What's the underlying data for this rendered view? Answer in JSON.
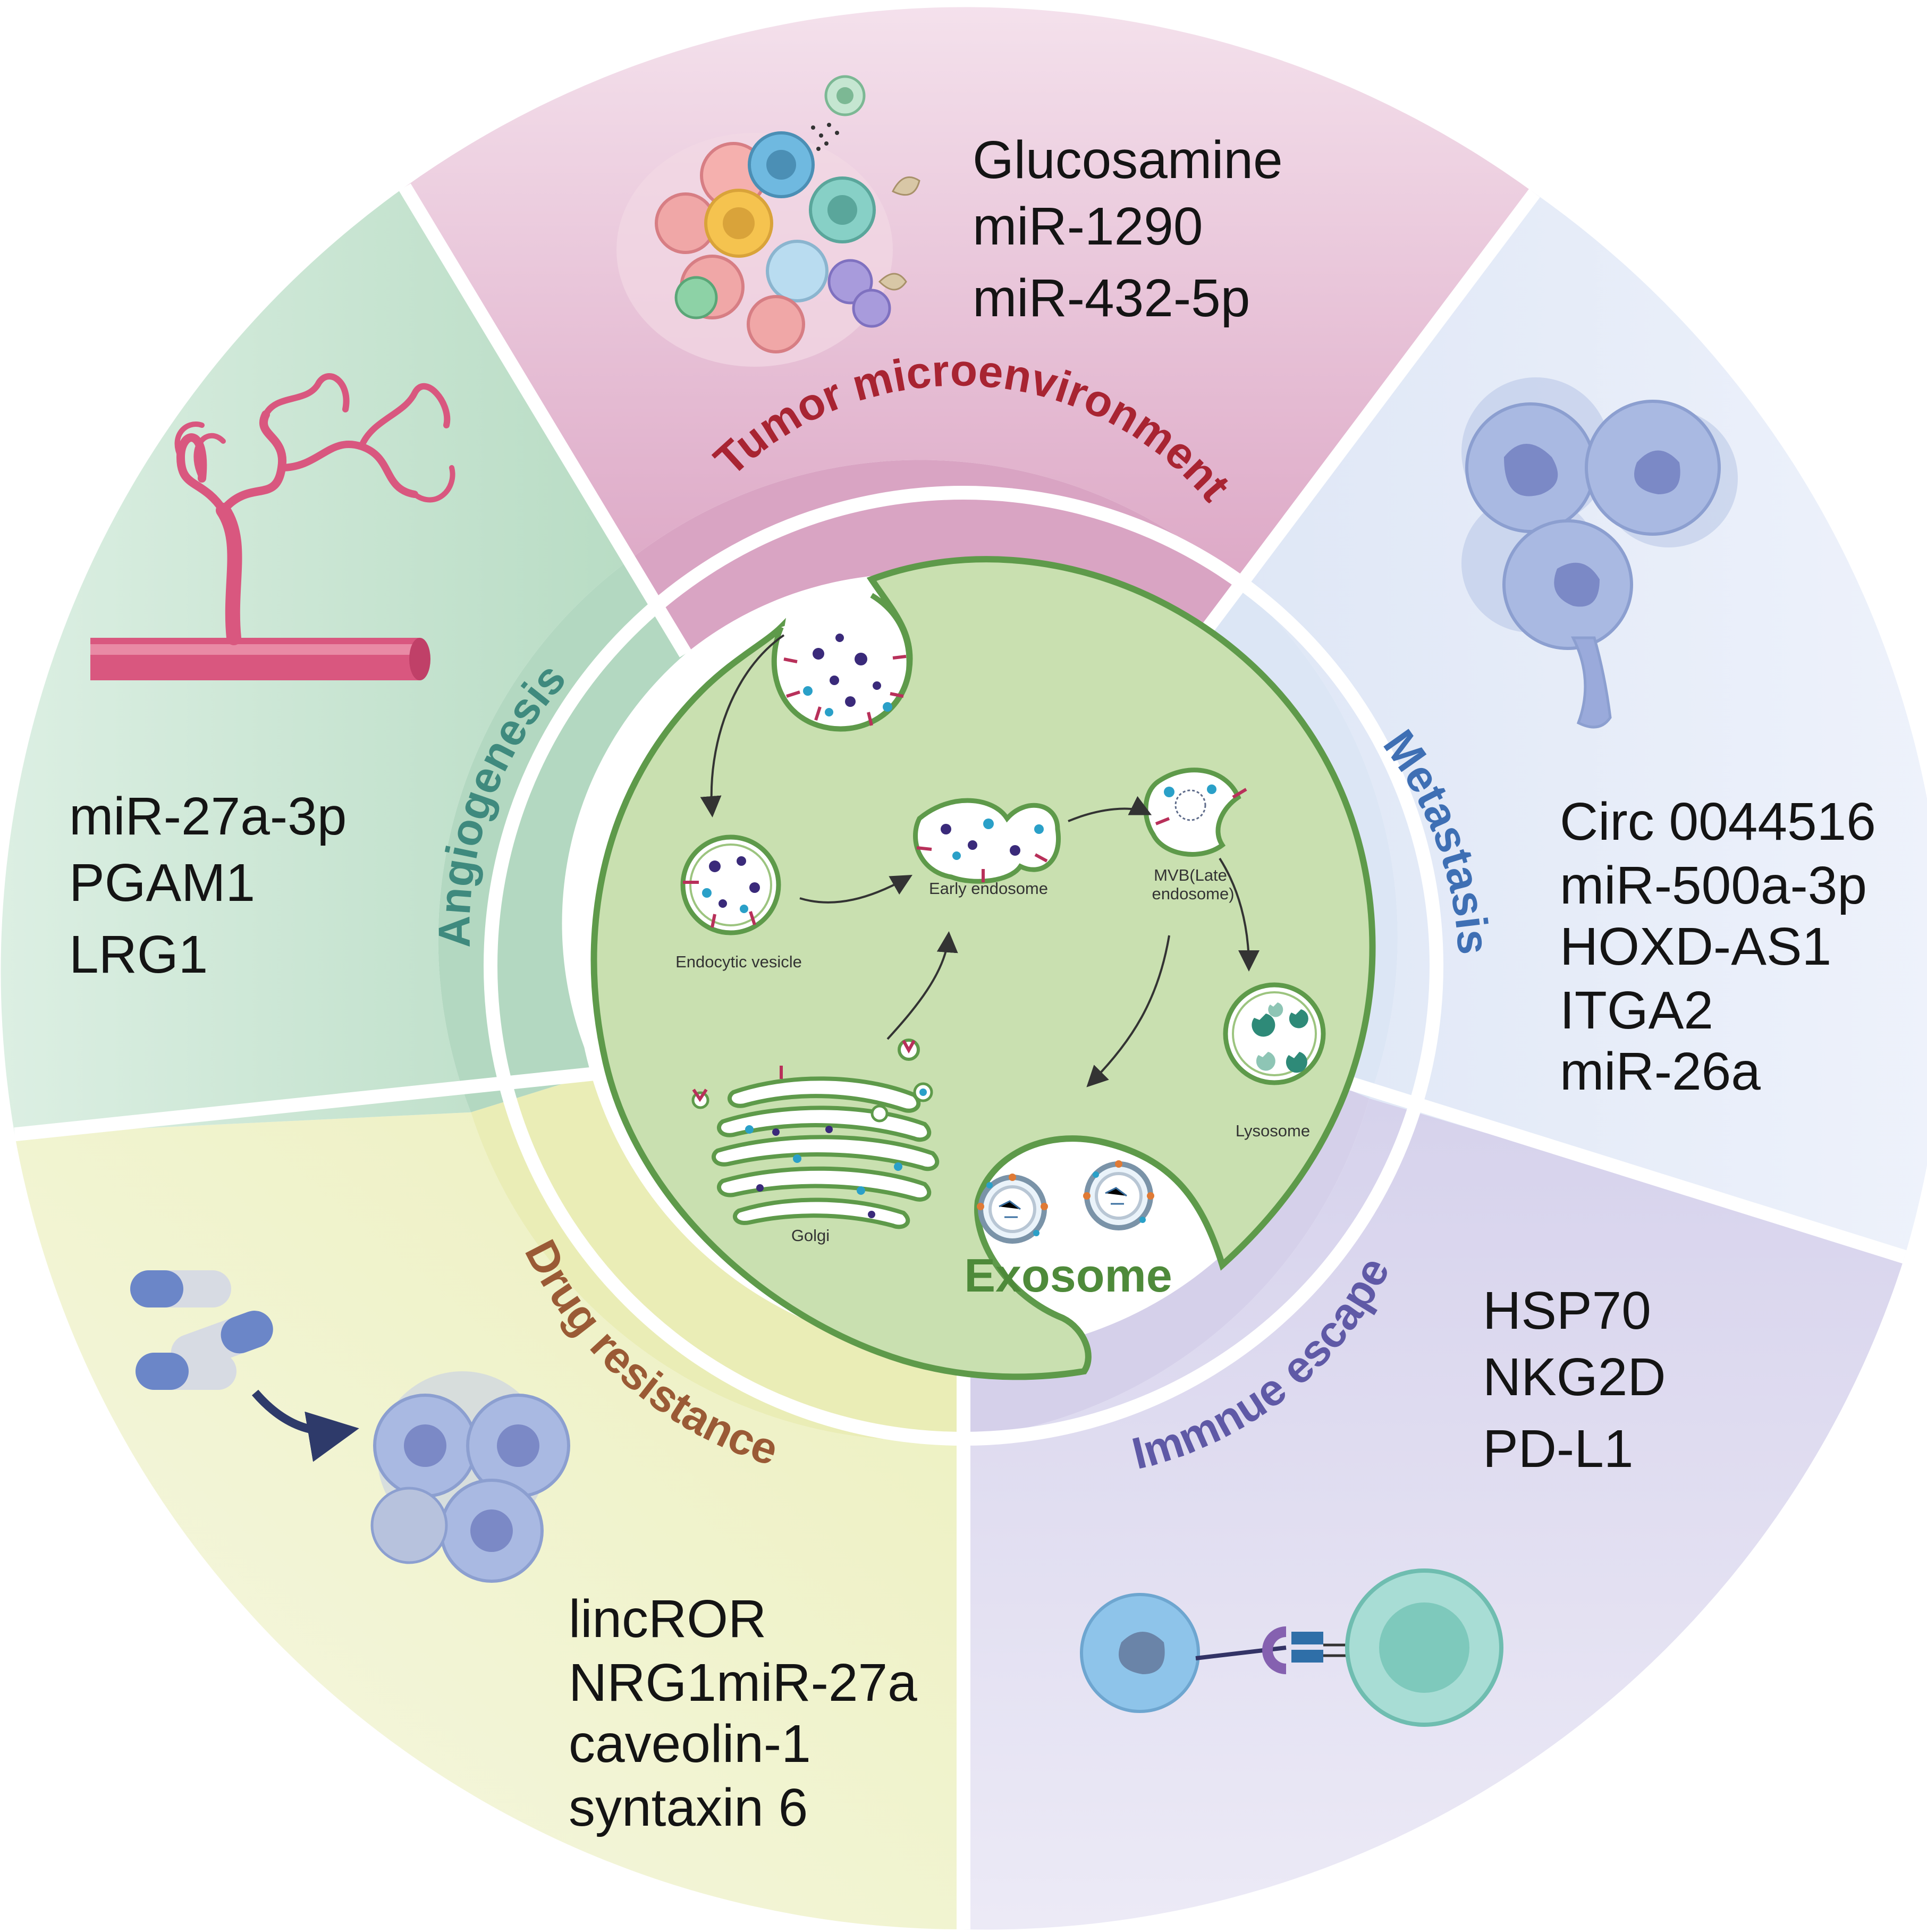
{
  "sectors": [
    {
      "id": "tumor-microenvironment",
      "label": "Tumor microenvironment",
      "label_color": "#a82432",
      "items": [
        "Glucosamine",
        "miR-1290",
        "miR-432-5p"
      ]
    },
    {
      "id": "metastasis",
      "label": "Metastasis",
      "label_color": "#3e6fb4",
      "items": [
        "Circ 0044516",
        "miR-500a-3p",
        "HOXD-AS1",
        "ITGA2",
        "miR-26a"
      ]
    },
    {
      "id": "immune-escape",
      "label": "Immnue escape",
      "label_color": "#5f59a6",
      "items": [
        "HSP70",
        "NKG2D",
        "PD-L1"
      ]
    },
    {
      "id": "drug-resistance",
      "label": "Drug resistance",
      "label_color": "#9a5a35",
      "items": [
        "lincROR",
        "NRG1miR-27a",
        "caveolin-1",
        "syntaxin 6"
      ]
    },
    {
      "id": "angiogenesis",
      "label": "Angiogenesis",
      "label_color": "#3f8a7e",
      "items": [
        "miR-27a-3p",
        "PGAM1",
        "LRG1"
      ]
    }
  ],
  "center": {
    "title": "Exosome",
    "title_color": "#4e8a3a",
    "labels": {
      "endocytic_vesicle": "Endocytic vesicle",
      "early_endosome": "Early endosome",
      "mvb_line1": "MVB(Late",
      "mvb_line2": "endosome)",
      "lysosome": "Lysosome",
      "golgi": "Golgi"
    }
  },
  "colors": {
    "tumor": "#e2afcc",
    "metastasis": "#e4ebf8",
    "immune": "#dcd8ee",
    "drug": "#eff2c8",
    "angio": "#c5e2d0",
    "cell_body": "#c9e0b0",
    "membrane": "#5e9a4a",
    "receptor": "#b8305a"
  }
}
